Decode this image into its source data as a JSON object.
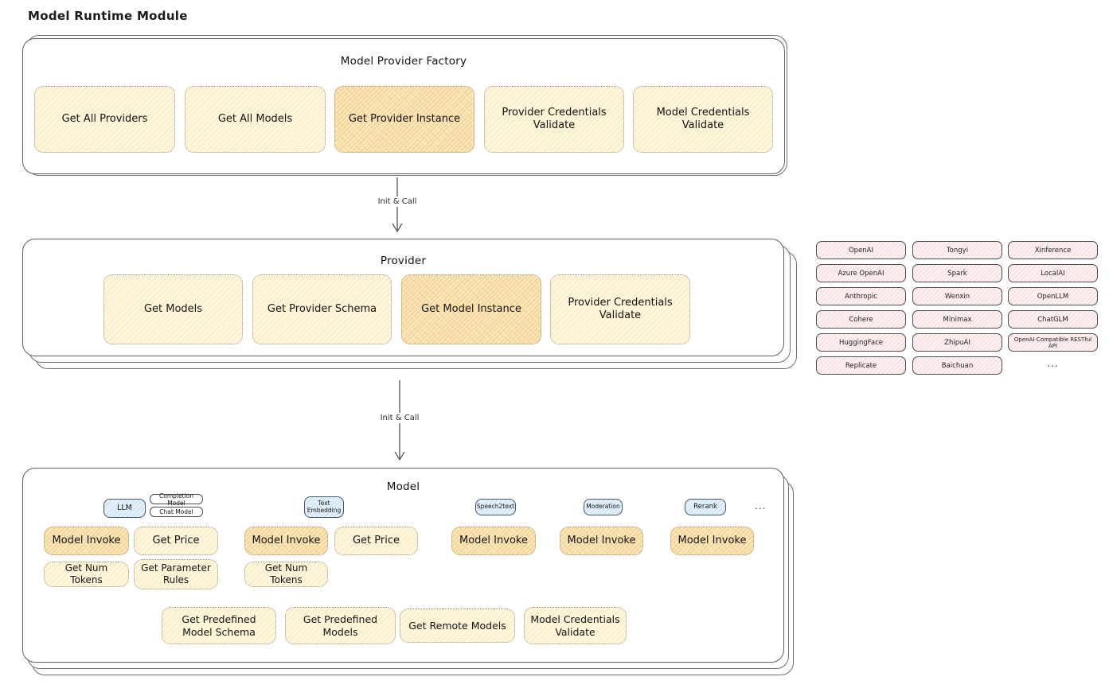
{
  "title": "Model Runtime Module",
  "factory": {
    "title": "Model Provider Factory",
    "boxes": [
      "Get All Providers",
      "Get All Models",
      "Get Provider Instance",
      "Provider Credentials Validate",
      "Model Credentials Validate"
    ]
  },
  "arrows": {
    "first": "Init & Call",
    "second": "Init & Call"
  },
  "provider": {
    "title": "Provider",
    "boxes": [
      "Get Models",
      "Get Provider Schema",
      "Get Model Instance",
      "Provider Credentials Validate"
    ]
  },
  "provider_list": {
    "col1": [
      "OpenAI",
      "Azure OpenAI",
      "Anthropic",
      "Cohere",
      "HuggingFace",
      "Replicate"
    ],
    "col2": [
      "Tongyi",
      "Spark",
      "Wenxin",
      "Minimax",
      "ZhipuAI",
      "Baichuan"
    ],
    "col3": [
      "Xinference",
      "LocalAI",
      "OpenLLM",
      "ChatGLM",
      "OpenAI-Compatible RESTful API"
    ],
    "more": "..."
  },
  "model": {
    "title": "Model",
    "tags": {
      "llm": "LLM",
      "completion": "Completion Model",
      "chat": "Chat Model",
      "text_embedding": "Text Embedding",
      "speech2text": "Speech2text",
      "moderation": "Moderation",
      "rerank": "Rerank",
      "more": "..."
    },
    "llm": {
      "invoke": "Model Invoke",
      "price": "Get Price",
      "tokens": "Get Num Tokens",
      "rules": "Get Parameter Rules"
    },
    "embedding": {
      "invoke": "Model Invoke",
      "price": "Get Price",
      "tokens": "Get Num Tokens"
    },
    "speech2text": {
      "invoke": "Model Invoke"
    },
    "moderation": {
      "invoke": "Model Invoke"
    },
    "rerank": {
      "invoke": "Model Invoke"
    },
    "bottom": [
      "Get Predefined Model Schema",
      "Get Predefined Models",
      "Get Remote Models",
      "Model Credentials Validate"
    ]
  },
  "colors": {
    "box_fill": "#fdf6dd",
    "box_highlight": "#f9e7bd",
    "provider_chip": "#fdf1f1",
    "type_tag": "#e6f2fb",
    "ink": "#1b1b1b",
    "border": "#606060"
  }
}
